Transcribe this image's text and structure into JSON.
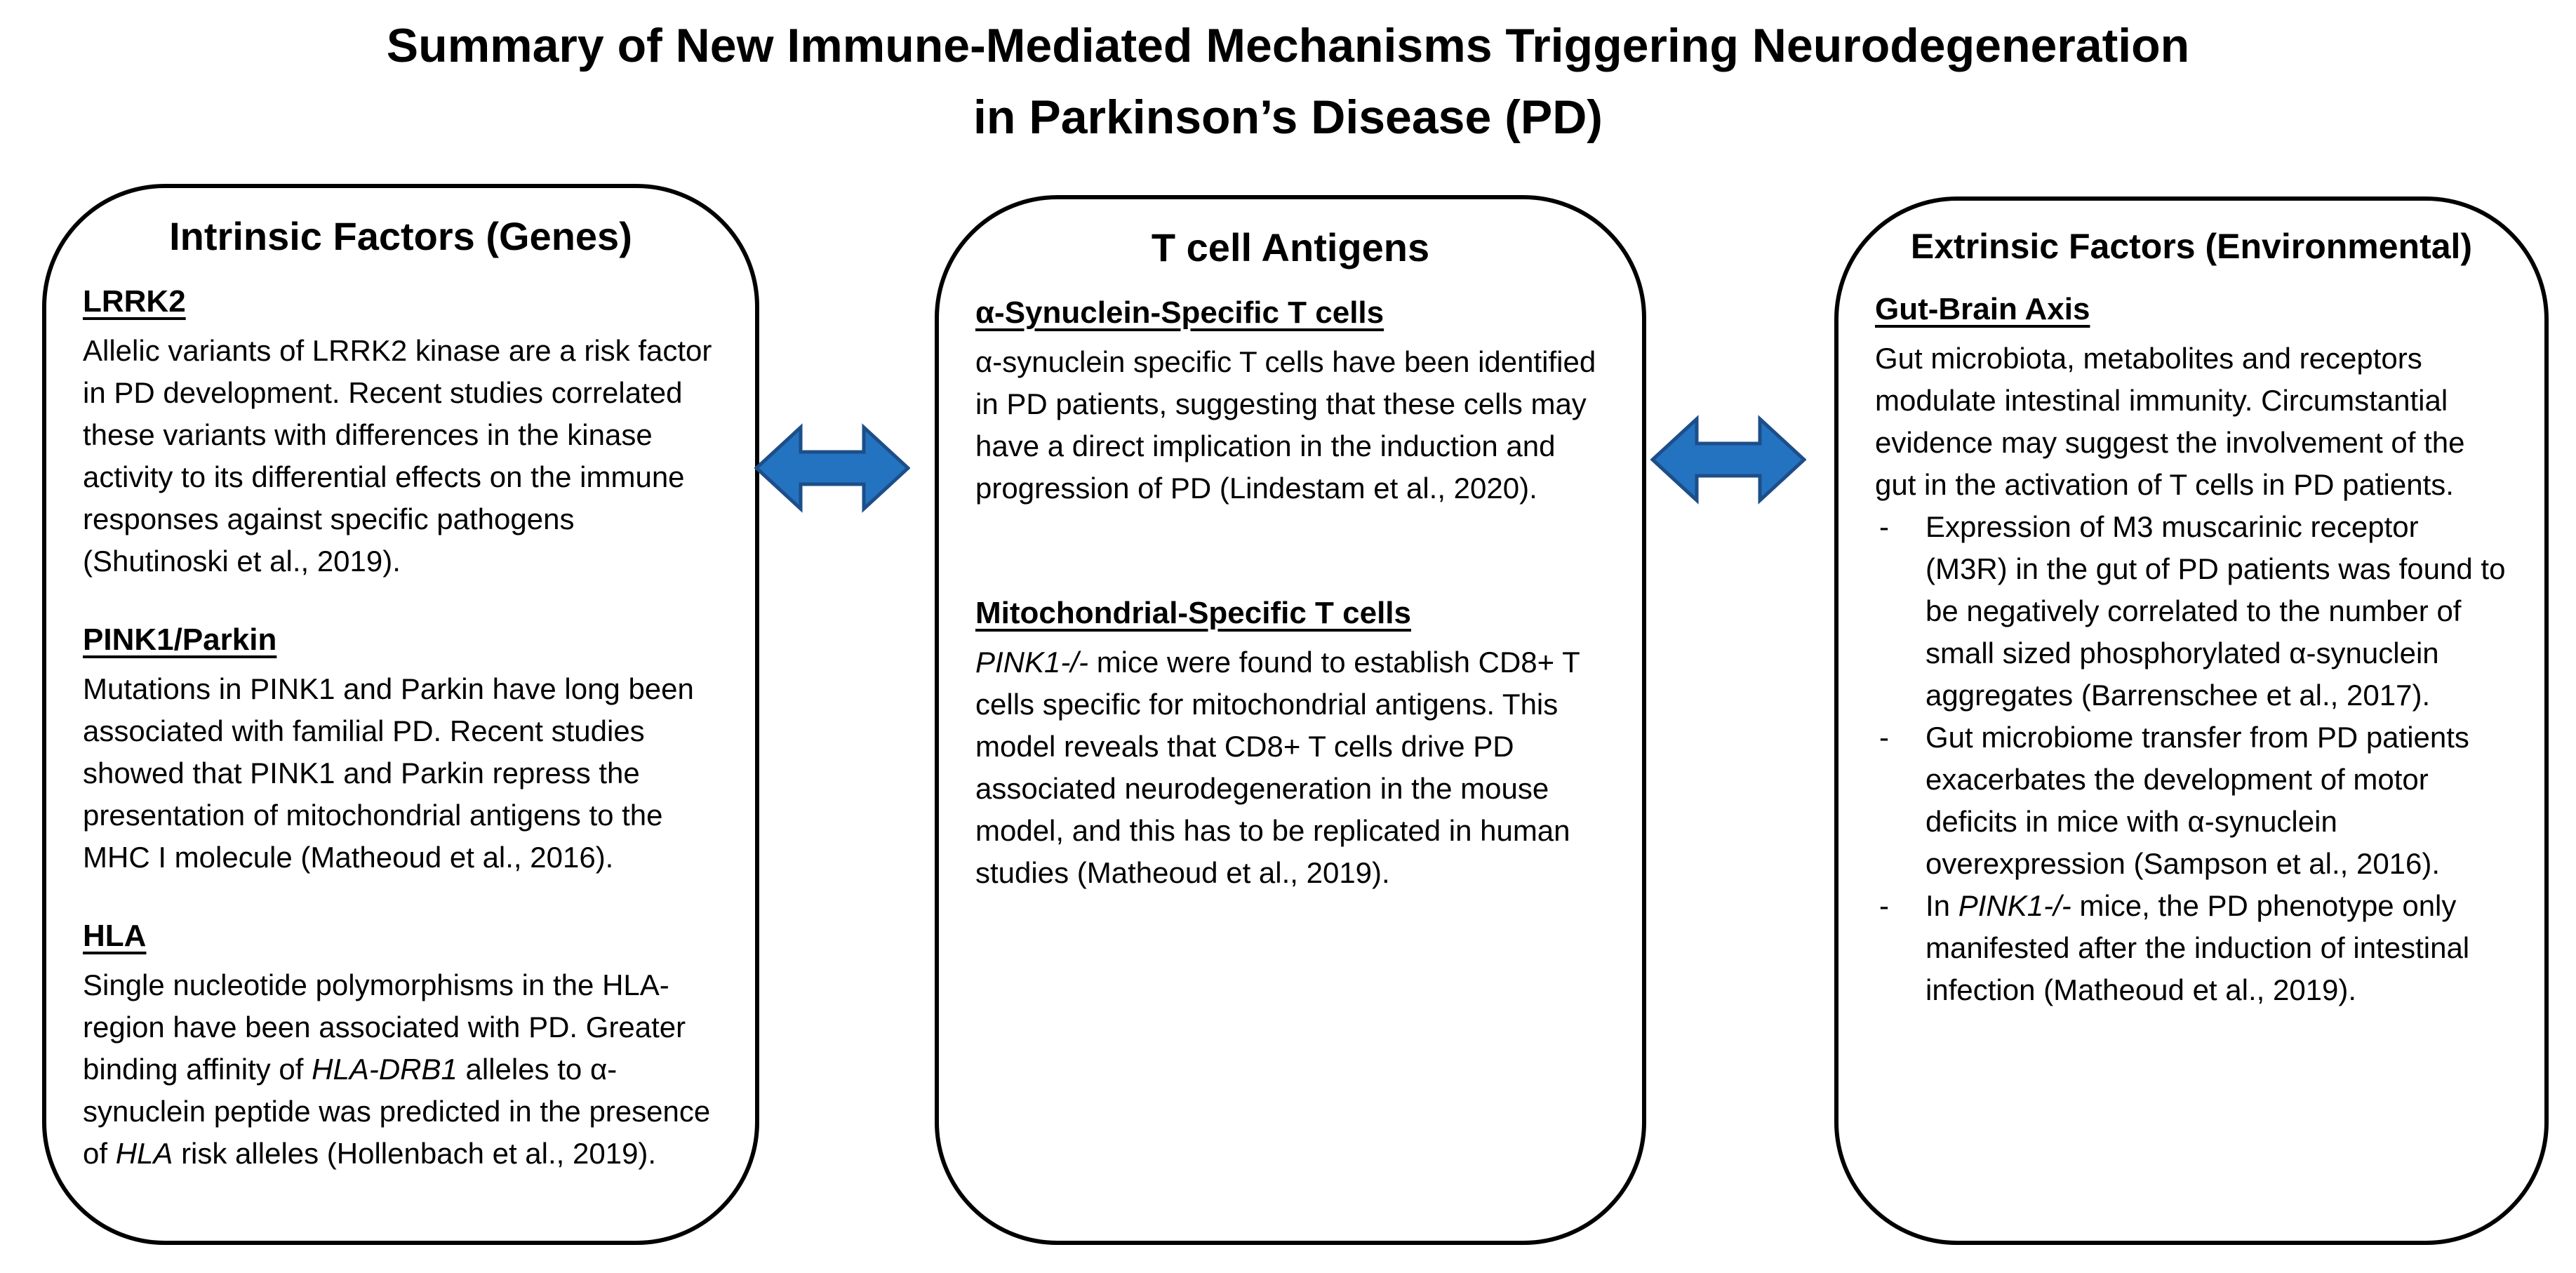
{
  "title": {
    "line1": "Summary of New Immune-Mediated Mechanisms Triggering Neurodegeneration",
    "line2": "in Parkinson’s Disease (PD)"
  },
  "colors": {
    "arrow_fill": "#2473C0",
    "arrow_stroke": "#1D4E89",
    "box_border": "#000000"
  },
  "boxes": [
    {
      "heading": "Intrinsic Factors (Genes)",
      "sections": [
        {
          "subheading": "LRRK2",
          "paragraph": [
            {
              "t": "Allelic variants of LRRK2 kinase are a risk factor in PD development. Recent studies correlated these variants with differences in the kinase activity to its differential effects on the immune responses against specific pathogens (Shutinoski et al., 2019)."
            }
          ]
        },
        {
          "subheading": "PINK1/Parkin",
          "paragraph": [
            {
              "t": "Mutations in PINK1 and Parkin have long been associated with familial PD. Recent studies showed that PINK1 and Parkin repress the presentation of mitochondrial antigens to the MHC I molecule (Matheoud et al., 2016)."
            }
          ]
        },
        {
          "subheading": "HLA",
          "paragraph": [
            {
              "t": "Single nucleotide polymorphisms in the HLA-region have been associated with PD. Greater binding affinity of "
            },
            {
              "t": "HLA-DRB1",
              "i": true
            },
            {
              "t": " alleles to α-synuclein peptide was predicted in the presence of "
            },
            {
              "t": "HLA",
              "i": true
            },
            {
              "t": " risk alleles (Hollenbach et al., 2019)."
            }
          ]
        }
      ]
    },
    {
      "heading": "T cell Antigens",
      "sections": [
        {
          "subheading": "α-Synuclein-Specific T cells",
          "paragraph": [
            {
              "t": "α-synuclein specific T cells have been identified in PD patients, suggesting that these cells may have a direct implication in the induction and progression of PD (Lindestam et al., 2020)."
            }
          ]
        },
        {
          "subheading": "Mitochondrial-Specific T cells",
          "paragraph": [
            {
              "t": "PINK1-/-",
              "i": true
            },
            {
              "t": " mice were found to establish CD8+ T cells specific for mitochondrial antigens. This model reveals that CD8+ T cells drive PD associated neurodegeneration in the mouse model, and this has to be replicated in human studies (Matheoud et al., 2019)."
            }
          ]
        }
      ]
    },
    {
      "heading": "Extrinsic Factors (Environmental)",
      "sections": [
        {
          "subheading": "Gut-Brain Axis",
          "paragraph": [
            {
              "t": "Gut microbiota, metabolites and receptors modulate intestinal immunity. Circumstantial evidence may suggest the involvement of the gut in the activation of T cells in PD patients."
            }
          ],
          "bullet_marker": "-",
          "bullets": [
            [
              {
                "t": "Expression of M3 muscarinic receptor (M3R) in the gut of PD patients was found to be negatively correlated to the number of small sized phosphorylated α-synuclein aggregates (Barrenschee et al., 2017)."
              }
            ],
            [
              {
                "t": "Gut microbiome transfer from PD patients exacerbates the development of motor deficits in mice with α-synuclein overexpression (Sampson et al., 2016)."
              }
            ],
            [
              {
                "t": "In "
              },
              {
                "t": "PINK1-/-",
                "i": true
              },
              {
                "t": " mice, the PD phenotype only manifested after the induction of intestinal infection (Matheoud et al., 2019)."
              }
            ]
          ]
        }
      ]
    }
  ]
}
